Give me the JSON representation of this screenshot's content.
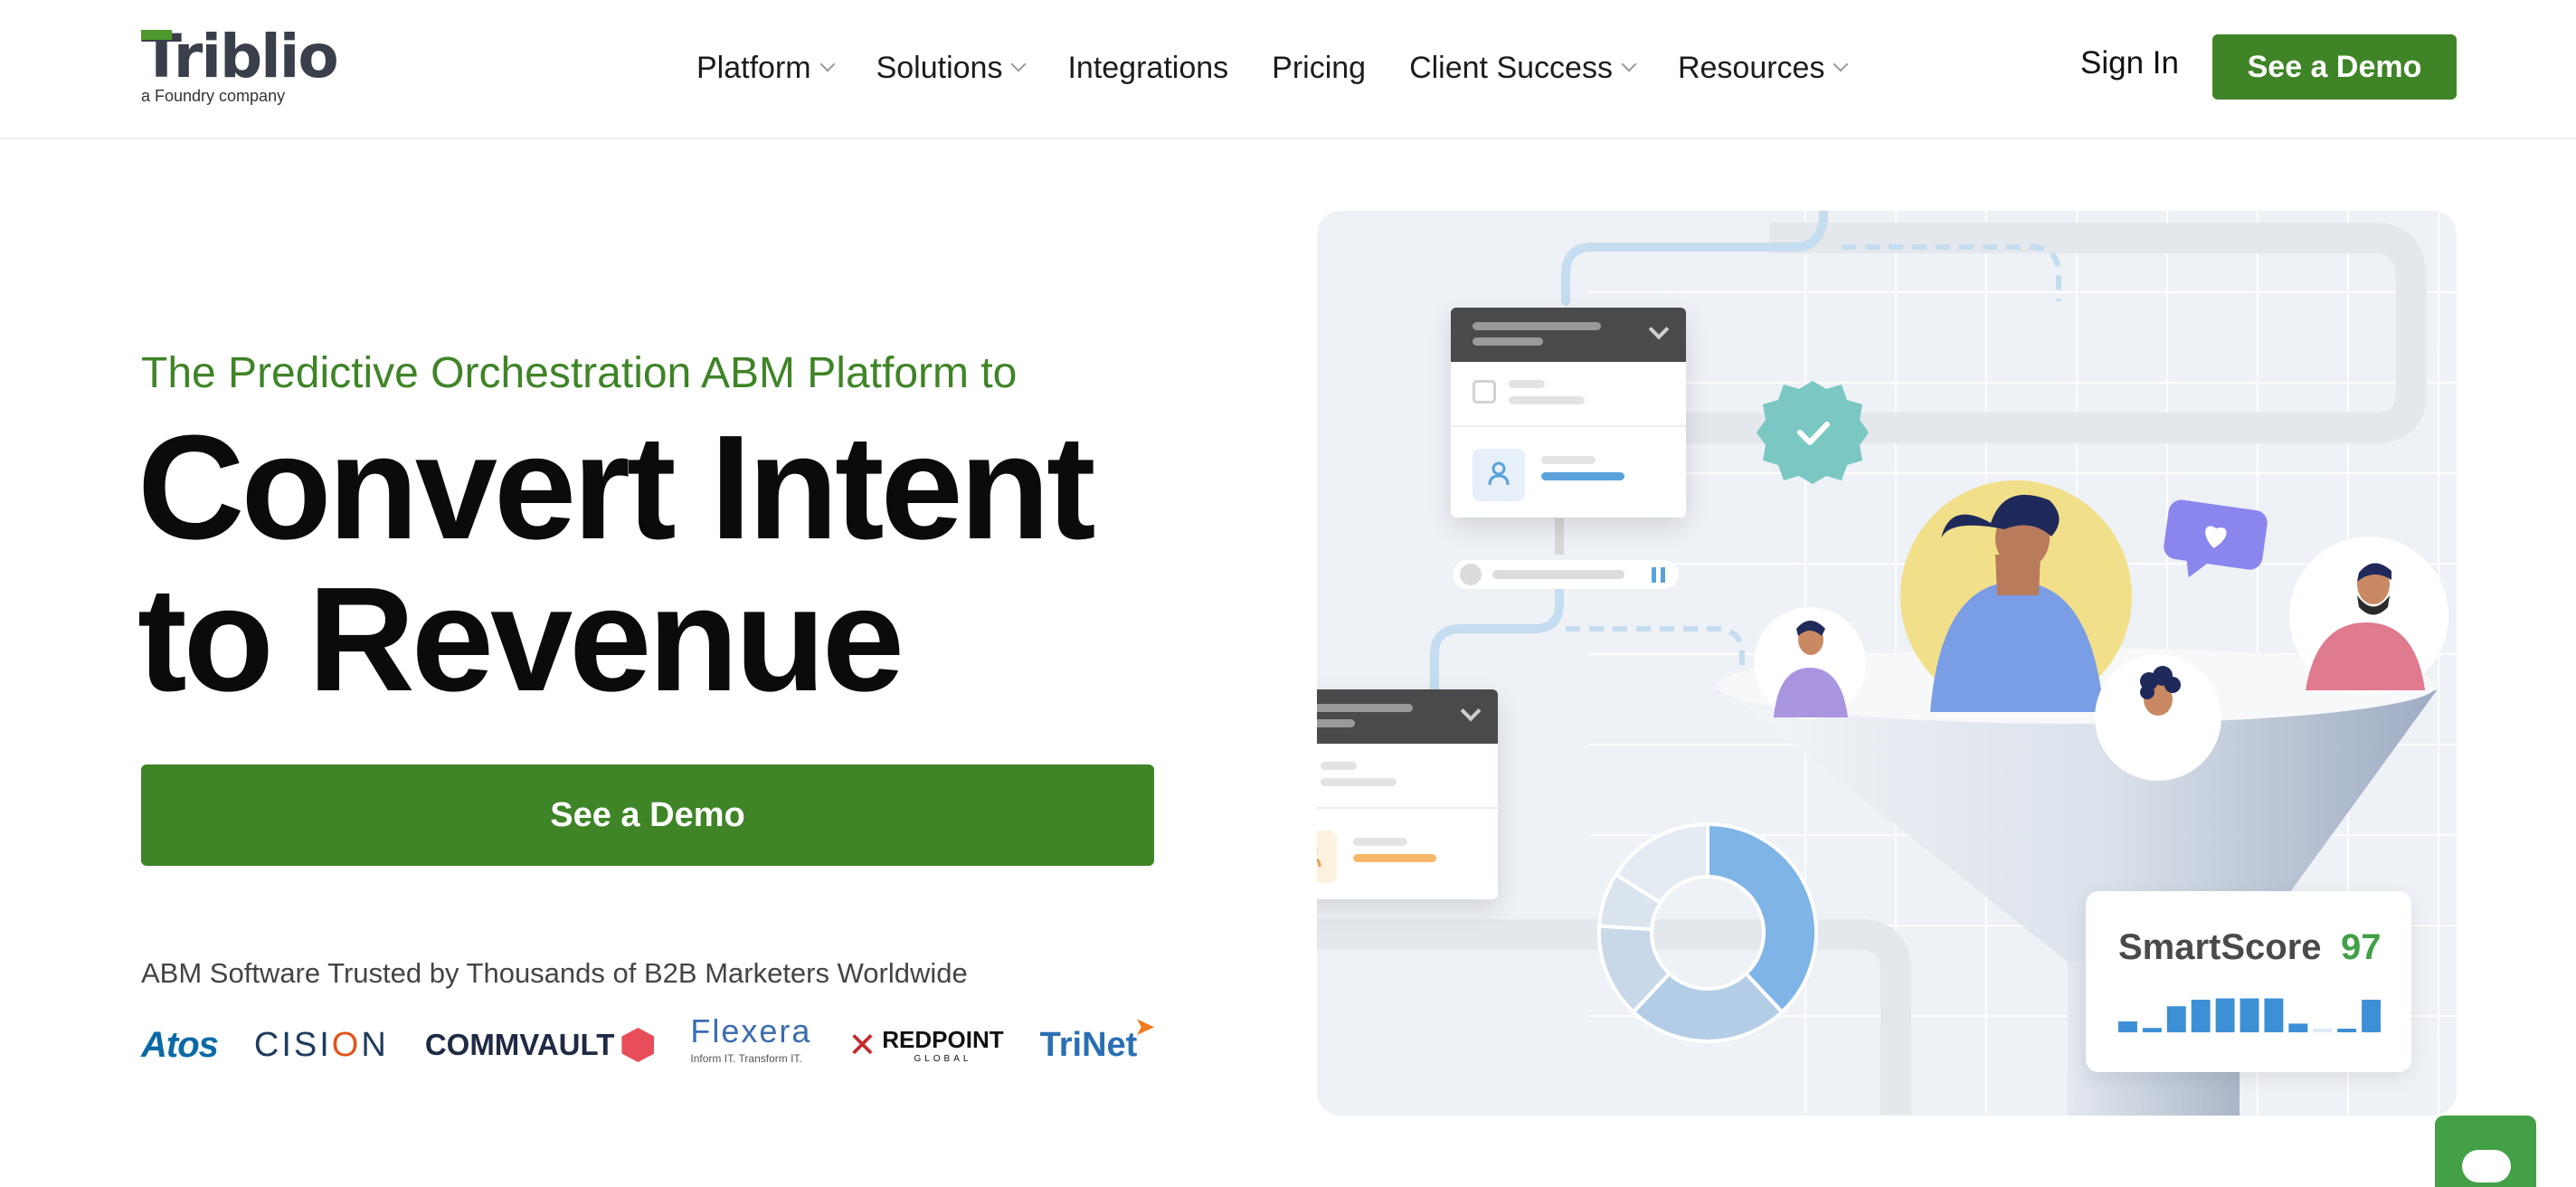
{
  "brand": {
    "name": "Triblio",
    "logo_text": "Triblio",
    "tagline": "a Foundry company",
    "accent": "#3f8427"
  },
  "nav": {
    "items": [
      {
        "label": "Platform",
        "has_dropdown": true
      },
      {
        "label": "Solutions",
        "has_dropdown": true
      },
      {
        "label": "Integrations",
        "has_dropdown": false
      },
      {
        "label": "Pricing",
        "has_dropdown": false
      },
      {
        "label": "Client Success",
        "has_dropdown": true
      },
      {
        "label": "Resources",
        "has_dropdown": true
      }
    ],
    "sign_in": "Sign In",
    "cta": "See a Demo"
  },
  "hero": {
    "tagline": "The Predictive Orchestration ABM Platform to",
    "headline_line1": "Convert Intent",
    "headline_line2": "to Revenue",
    "cta": "See a Demo",
    "trusted": "ABM Software Trusted by Thousands of B2B Marketers Worldwide"
  },
  "clients": {
    "atos": "Atos",
    "cision_a": "CISI",
    "cision_o": "O",
    "cision_b": "N",
    "commvault": "COMMVAULT",
    "flexera": "Flexera",
    "flexera_sub": "Inform IT. Transform IT.",
    "redpoint": "REDPOINT",
    "redpoint_sub": "GLOBAL",
    "trinet": "TriNet"
  },
  "illustration": {
    "smartscore_label": "SmartScore",
    "smartscore_value": "97",
    "smartscore_bar_levels": [
      0.25,
      0.1,
      0.6,
      0.75,
      0.78,
      0.78,
      0.78,
      0.2,
      0.0,
      0.05,
      0.75
    ],
    "donut_segments": [
      0.38,
      0.24,
      0.14,
      0.08,
      0.16
    ],
    "colors": {
      "green_check": "#7ac7c3",
      "heart_badge": "#8b86ee",
      "donut_main": "#7fb4e6",
      "card_orange": "#f5b86a",
      "card_blue": "#5aa2d9"
    }
  },
  "chat": {
    "icon": "chat-bubble-icon"
  }
}
